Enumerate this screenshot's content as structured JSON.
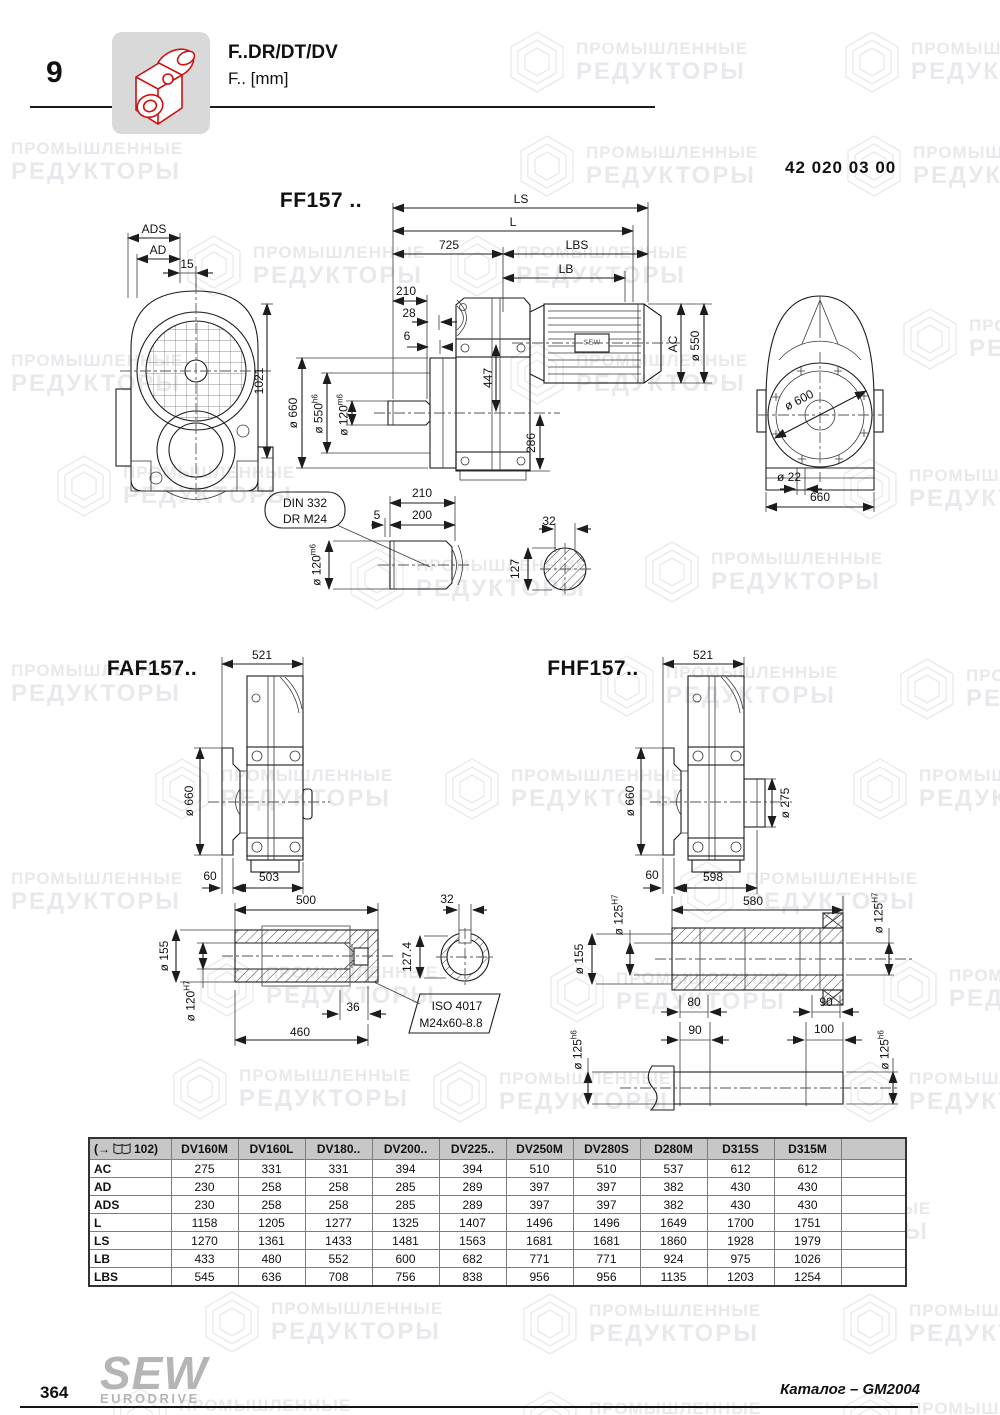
{
  "watermark": {
    "line1": "ПРОМЫШЛЕННЫЕ",
    "line2": "РЕДУКТОРЫ"
  },
  "header": {
    "chapter": "9",
    "title": "F..DR/DT/DV",
    "subtitle": "F.. [mm]",
    "part_number": "42 020 03 00"
  },
  "drawings": {
    "ff157": {
      "title": "FF157 ..",
      "motor_logo": "SEW",
      "dims": {
        "ls": "LS",
        "l": "L",
        "d725": "725",
        "lbs": "LBS",
        "lb": "LB",
        "d210": "210",
        "d28": "28",
        "d6": "6",
        "d447": "447",
        "d286": "286",
        "ac": "AC",
        "dia550": "ø 550",
        "ads": "ADS",
        "ad": "AD",
        "d15": "15",
        "d1021": "1021",
        "dia660": "ø 660",
        "dia550s": "ø 550",
        "dia550s_tol": "h6",
        "dia120s": "ø 120",
        "dia120s_tol": "m6",
        "dia600": "ø 600",
        "dia22": "ø 22",
        "d660": "660"
      }
    },
    "ff_shaft": {
      "callout_line1": "DIN 332",
      "callout_line2": "DR M24",
      "dims": {
        "d210": "210",
        "d5": "5",
        "d200": "200",
        "dia120": "ø 120",
        "dia120_tol": "m6",
        "d32": "32",
        "d127": "127"
      }
    },
    "faf157": {
      "title": "FAF157..",
      "dims": {
        "d521": "521",
        "dia660": "ø 660",
        "d60": "60",
        "d503": "503"
      }
    },
    "faf_shaft": {
      "callout_line1": "ISO 4017",
      "callout_line2": "M24x60-8.8",
      "dims": {
        "d500": "500",
        "dia155": "ø 155",
        "dia120": "ø 120",
        "dia120_tol": "H7",
        "d36": "36",
        "d460": "460",
        "d32": "32",
        "d127_4": "127.4"
      }
    },
    "fhf157": {
      "title": "FHF157..",
      "dims": {
        "d521": "521",
        "dia660": "ø 660",
        "dia275": "ø 275",
        "d60": "60",
        "d598": "598"
      }
    },
    "fhf_shaft": {
      "dims": {
        "d580": "580",
        "dia125a": "ø 125",
        "dia125a_tol": "H7",
        "dia155": "ø 155",
        "dia125b": "ø 125",
        "dia125b_tol": "H7",
        "d80": "80",
        "d90a": "90",
        "d90b": "90",
        "d100": "100",
        "dia125c": "ø 125",
        "dia125c_tol": "h6",
        "dia125d": "ø 125",
        "dia125d_tol": "h6"
      }
    }
  },
  "table": {
    "ref_prefix": "(→",
    "ref_page": "102)",
    "columns": [
      "DV160M",
      "DV160L",
      "DV180..",
      "DV200..",
      "DV225..",
      "DV250M",
      "DV280S",
      "D280M",
      "D315S",
      "D315M",
      ""
    ],
    "rows": [
      {
        "label": "AC",
        "values": [
          "275",
          "331",
          "331",
          "394",
          "394",
          "510",
          "510",
          "537",
          "612",
          "612",
          ""
        ]
      },
      {
        "label": "AD",
        "values": [
          "230",
          "258",
          "258",
          "285",
          "289",
          "397",
          "397",
          "382",
          "430",
          "430",
          ""
        ]
      },
      {
        "label": "ADS",
        "values": [
          "230",
          "258",
          "258",
          "285",
          "289",
          "397",
          "397",
          "382",
          "430",
          "430",
          ""
        ]
      },
      {
        "label": "L",
        "values": [
          "1158",
          "1205",
          "1277",
          "1325",
          "1407",
          "1496",
          "1496",
          "1649",
          "1700",
          "1751",
          ""
        ]
      },
      {
        "label": "LS",
        "values": [
          "1270",
          "1361",
          "1433",
          "1481",
          "1563",
          "1681",
          "1681",
          "1860",
          "1928",
          "1979",
          ""
        ]
      },
      {
        "label": "LB",
        "values": [
          "433",
          "480",
          "552",
          "600",
          "682",
          "771",
          "771",
          "924",
          "975",
          "1026",
          ""
        ]
      },
      {
        "label": "LBS",
        "values": [
          "545",
          "636",
          "708",
          "756",
          "838",
          "956",
          "956",
          "1135",
          "1203",
          "1254",
          ""
        ]
      }
    ]
  },
  "footer": {
    "page_number": "364",
    "logo_top": "SEW",
    "logo_bottom": "EURODRIVE",
    "catalog": "Каталог – GM2004"
  }
}
